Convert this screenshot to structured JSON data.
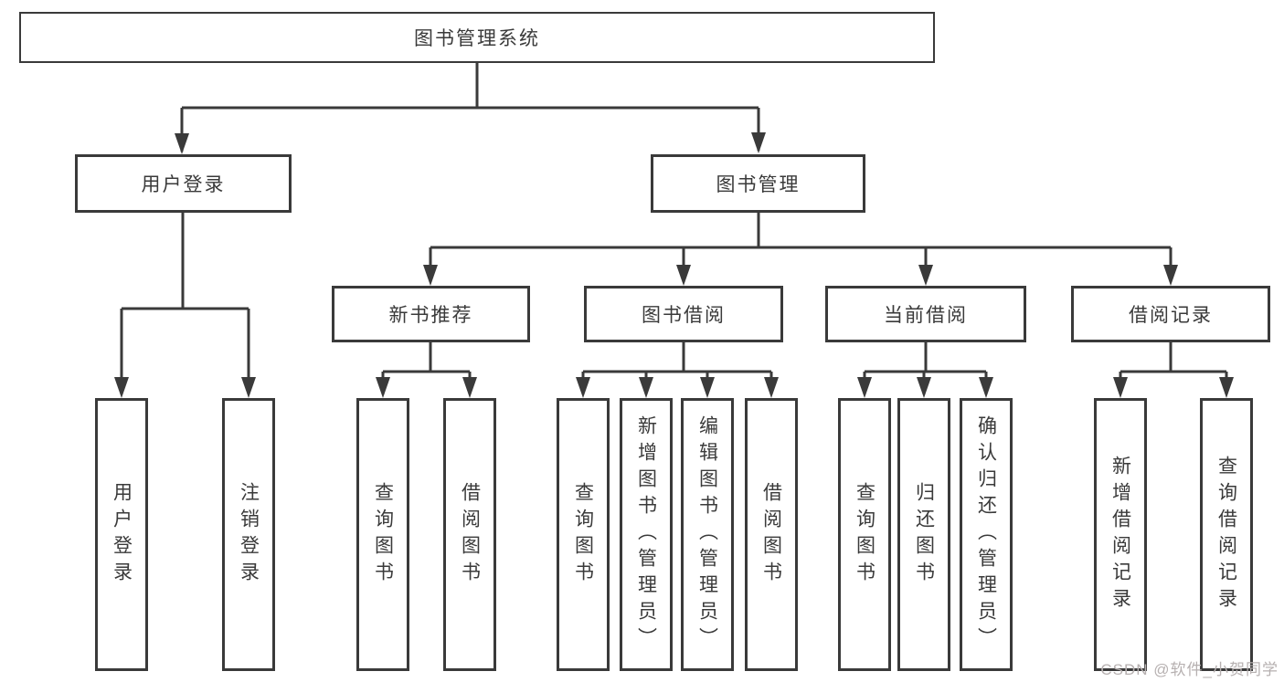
{
  "diagram": {
    "root": {
      "label": "图书管理系统"
    },
    "branches": [
      {
        "label": "用户登录",
        "children": [
          {
            "label": "用户登录"
          },
          {
            "label": "注销登录"
          }
        ]
      },
      {
        "label": "图书管理",
        "children": [
          {
            "label": "新书推荐",
            "children": [
              {
                "label": "查询图书"
              },
              {
                "label": "借阅图书"
              }
            ]
          },
          {
            "label": "图书借阅",
            "children": [
              {
                "label": "查询图书"
              },
              {
                "label": "新增图书（管理员）"
              },
              {
                "label": "编辑图书（管理员）"
              },
              {
                "label": "借阅图书"
              }
            ]
          },
          {
            "label": "当前借阅",
            "children": [
              {
                "label": "查询图书"
              },
              {
                "label": "归还图书"
              },
              {
                "label": "确认归还（管理员）"
              }
            ]
          },
          {
            "label": "借阅记录",
            "children": [
              {
                "label": "新增借阅记录"
              },
              {
                "label": "查询借阅记录"
              }
            ]
          }
        ]
      }
    ]
  },
  "watermark": {
    "text": "CSDN @软件_小贺同学"
  },
  "colors": {
    "line": "#3a3a3a",
    "text": "#3a3a3a",
    "background": "#ffffff",
    "watermark": "#b6b0b0"
  }
}
